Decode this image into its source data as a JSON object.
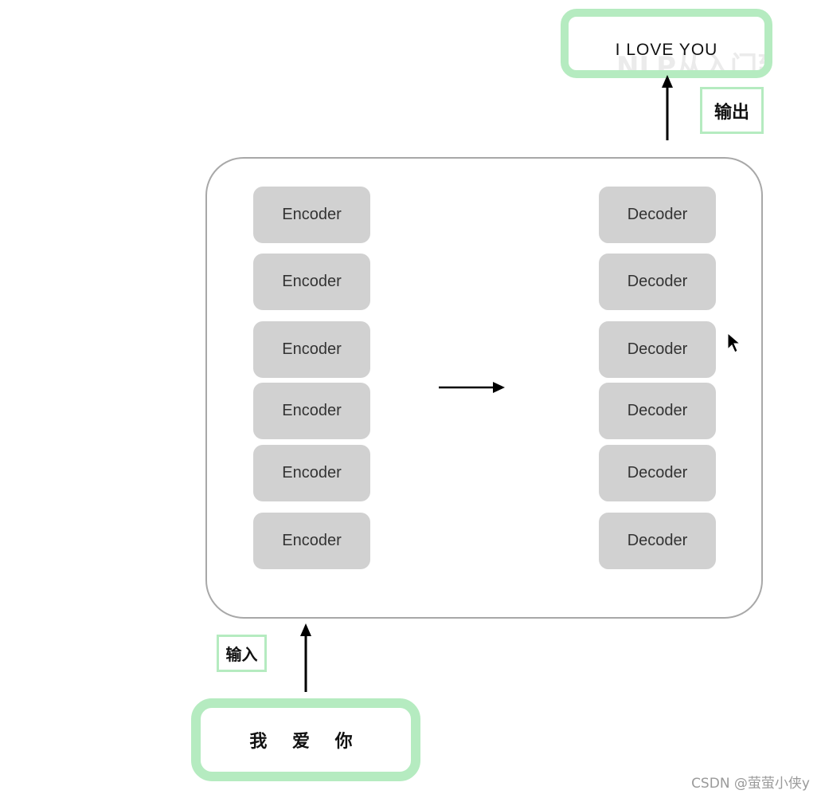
{
  "output": {
    "text": "I LOVE YOU",
    "label": "输出",
    "faint_overlay": "NLP从入门到放"
  },
  "input": {
    "text": "我 爱 你",
    "label": "输入"
  },
  "encoders": [
    "Encoder",
    "Encoder",
    "Encoder",
    "Encoder",
    "Encoder",
    "Encoder"
  ],
  "decoders": [
    "Decoder",
    "Decoder",
    "Decoder",
    "Decoder",
    "Decoder",
    "Decoder"
  ],
  "credit": "CSDN @萤萤小侠y",
  "colors": {
    "green_border": "#b5ebc0",
    "block_fill": "#d1d1d1",
    "container_border": "#a8a8a8"
  }
}
